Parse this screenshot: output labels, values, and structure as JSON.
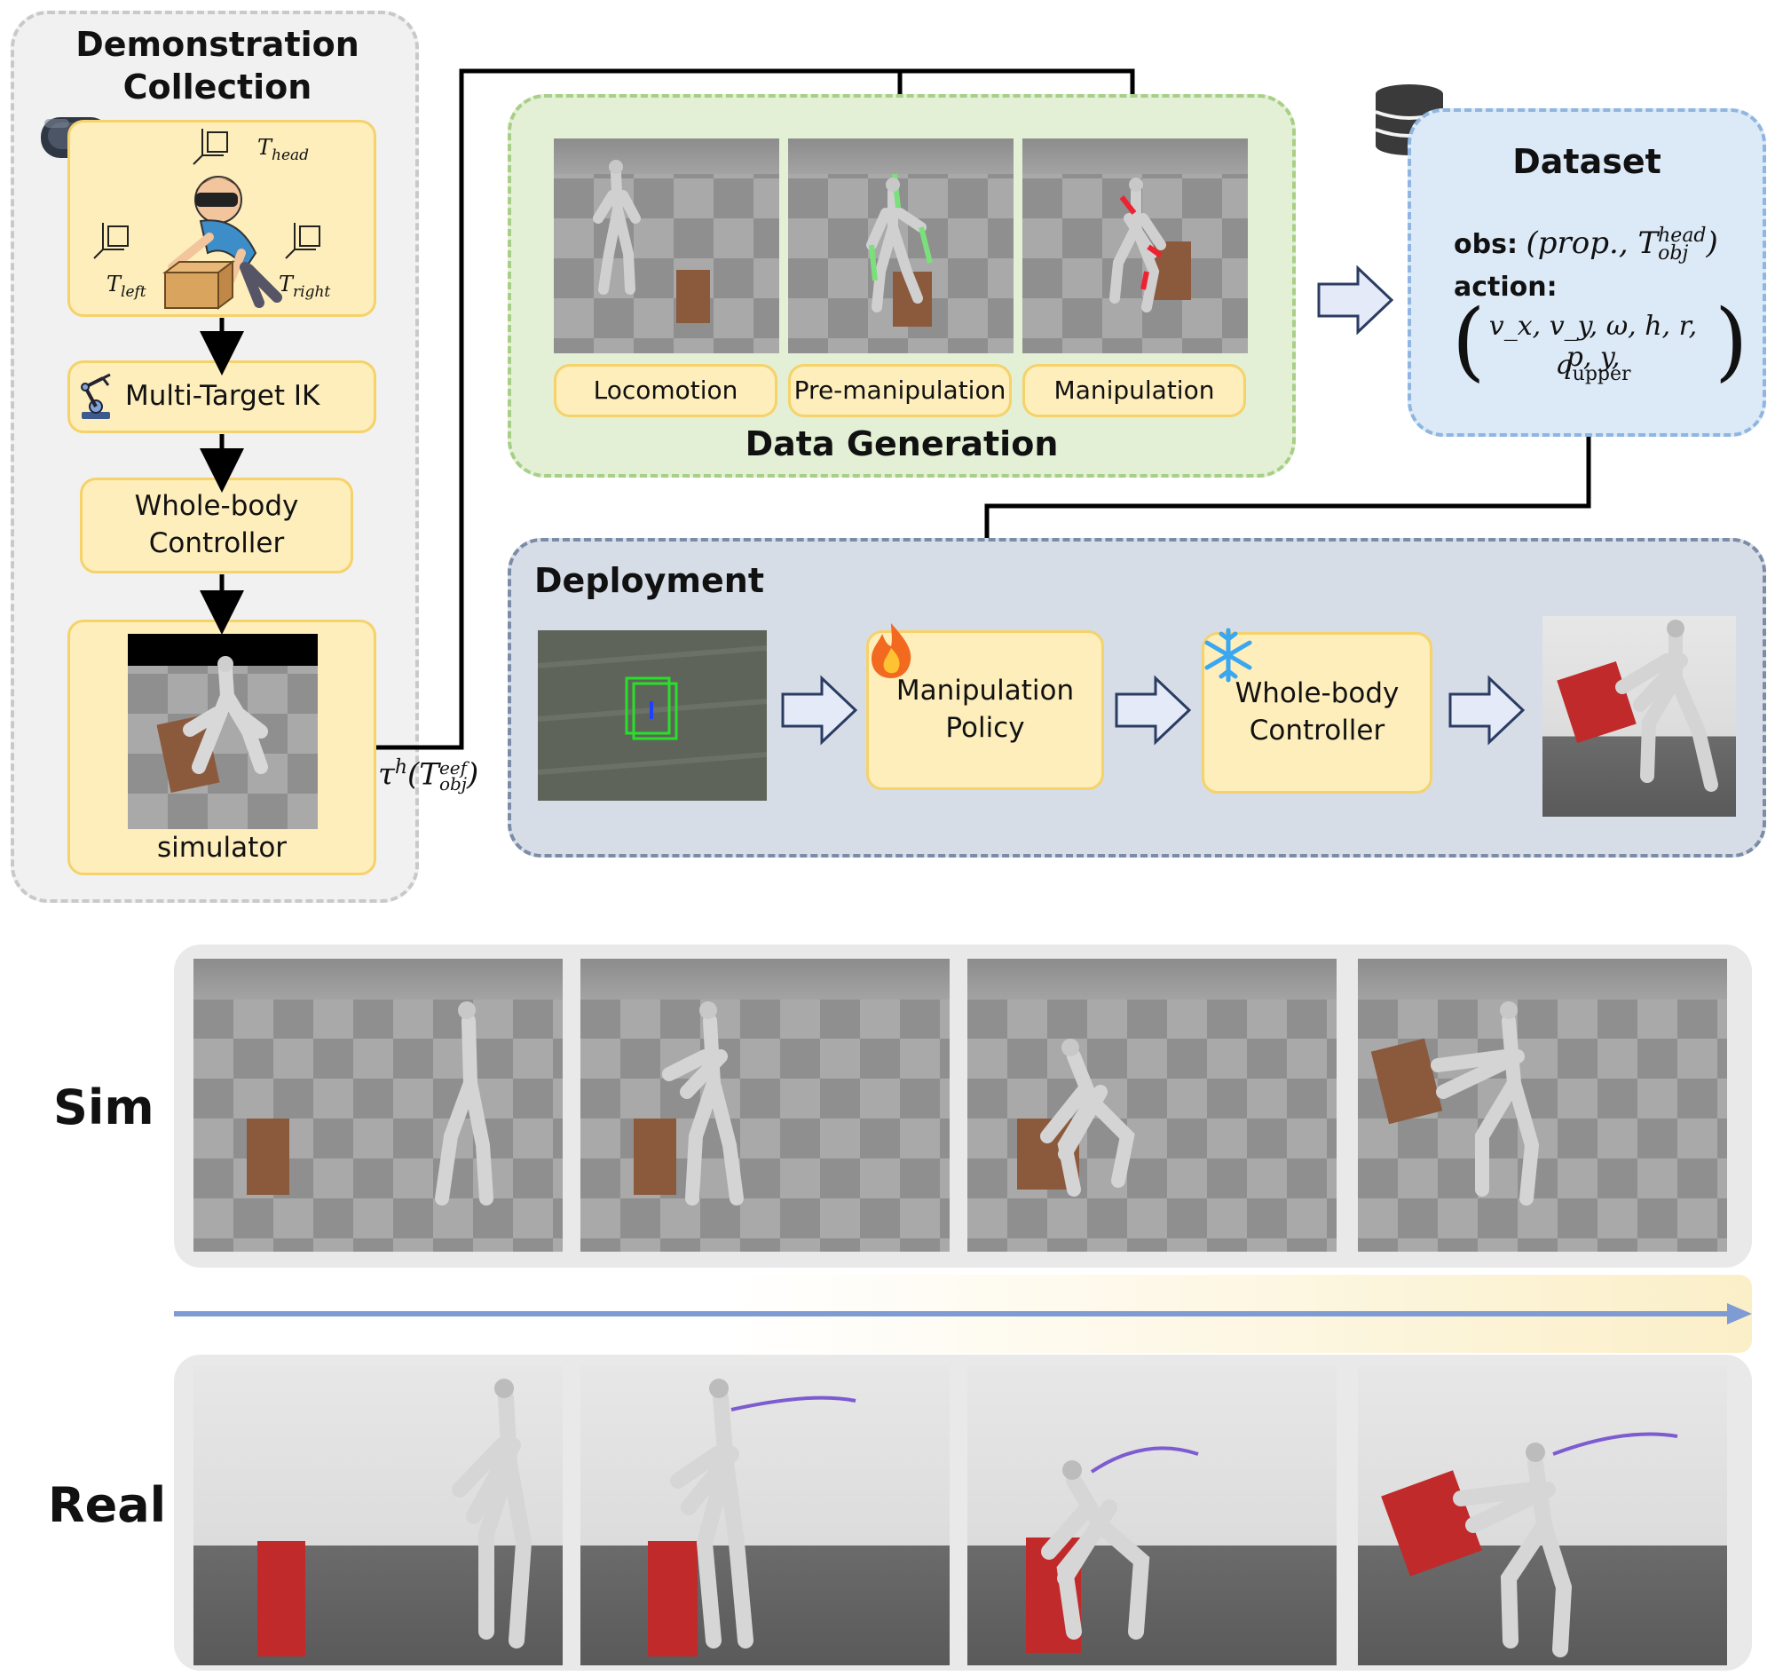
{
  "demonstration": {
    "title_line1": "Demonstration",
    "title_line2": "Collection",
    "frame_head": "T",
    "frame_head_sub": "head",
    "frame_left": "T",
    "frame_left_sub": "left",
    "frame_right": "T",
    "frame_right_sub": "right",
    "ik_label": "Multi-Target IK",
    "wbc_line1": "Whole-body",
    "wbc_line2": "Controller",
    "simulator_label": "simulator",
    "trajectory_label_tau": "τ",
    "trajectory_label_h": "h",
    "trajectory_label_T": "(T",
    "trajectory_label_sup": "eef",
    "trajectory_label_sub": "obj",
    "trajectory_label_close": ")"
  },
  "data_generation": {
    "title": "Data Generation",
    "stages": [
      "Locomotion",
      "Pre-manipulation",
      "Manipulation"
    ]
  },
  "dataset": {
    "title": "Dataset",
    "obs_label": "obs:",
    "obs_value_pre": "(prop., T",
    "obs_value_sup": "head",
    "obs_value_sub": "obj",
    "obs_value_post": ")",
    "action_label": "action:",
    "action_line1": "v_x, v_y, ω, h, r, p, y,",
    "action_line2": "q",
    "action_line2_sub": "upper"
  },
  "deployment": {
    "title": "Deployment",
    "policy_line1": "Manipulation",
    "policy_line2": "Policy",
    "wbc_line1": "Whole-body",
    "wbc_line2": "Controller",
    "fire_icon": "fire-icon",
    "snowflake_icon": "snowflake-icon"
  },
  "rows": {
    "sim_label": "Sim",
    "real_label": "Real"
  },
  "colors": {
    "yellow_fill": "#fdeebb",
    "yellow_border": "#f5d26a",
    "green_fill": "#e3f0d6",
    "green_border": "#a8cf86",
    "blue_fill": "#dce9f7",
    "blue_border": "#8fb6e0",
    "deploy_fill": "#d7dde7",
    "deploy_border": "#7a8ca6",
    "arrow_fill": "#e4eaf7",
    "arrow_stroke": "#2b3c63",
    "timeline": "#7f9bd3"
  }
}
